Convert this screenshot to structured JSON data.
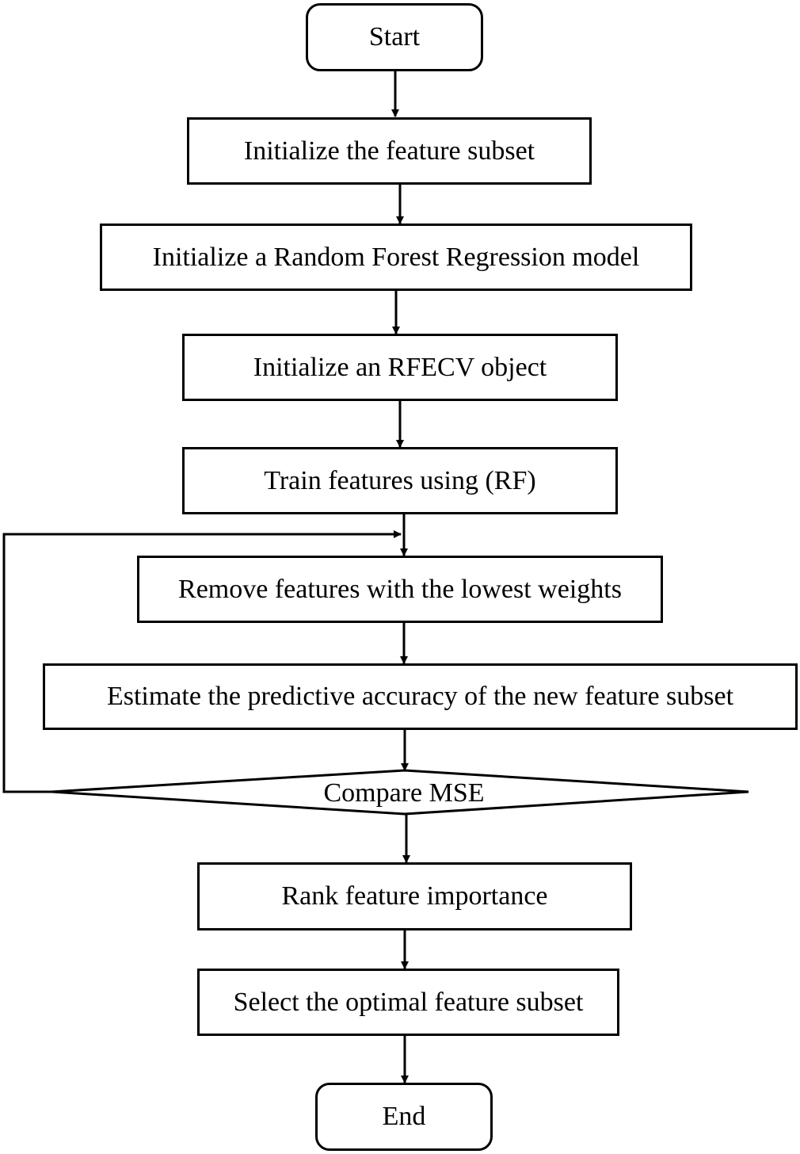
{
  "nodes": {
    "start": "Start",
    "init_subset": "Initialize the feature subset",
    "init_rf": "Initialize a Random Forest Regression model",
    "init_rfecv": "Initialize an RFECV object",
    "train": "Train features using (RF)",
    "remove": "Remove features with the lowest weights",
    "estimate": "Estimate the predictive accuracy of the new feature subset",
    "compare": "Compare MSE",
    "rank": "Rank feature importance",
    "select": "Select the optimal feature subset",
    "end": "End"
  },
  "colors": {
    "stroke": "#000000",
    "fill": "#ffffff"
  }
}
